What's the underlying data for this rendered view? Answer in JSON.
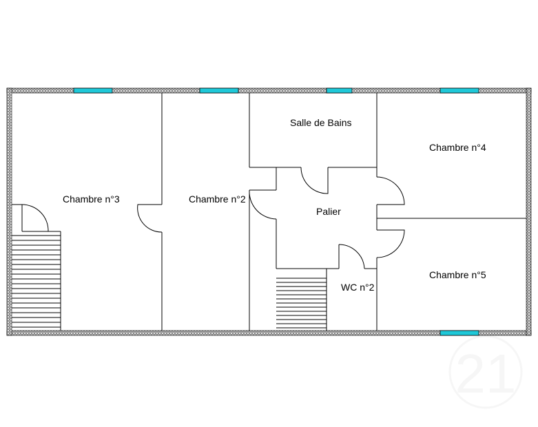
{
  "plan": {
    "rooms": [
      {
        "id": "chambre-3",
        "label": "Chambre n°3"
      },
      {
        "id": "chambre-2",
        "label": "Chambre n°2"
      },
      {
        "id": "salle-de-bains",
        "label": "Salle de Bains"
      },
      {
        "id": "palier",
        "label": "Palier"
      },
      {
        "id": "chambre-4",
        "label": "Chambre n°4"
      },
      {
        "id": "chambre-5",
        "label": "Chambre n°5"
      },
      {
        "id": "wc-2",
        "label": "WC n°2"
      }
    ],
    "colors": {
      "wall": "#000000",
      "exterior_wall_pattern": "#444444",
      "window": "#1ec8d8",
      "watermark": "#e6e6e6"
    },
    "watermark": {
      "text": "21"
    }
  }
}
